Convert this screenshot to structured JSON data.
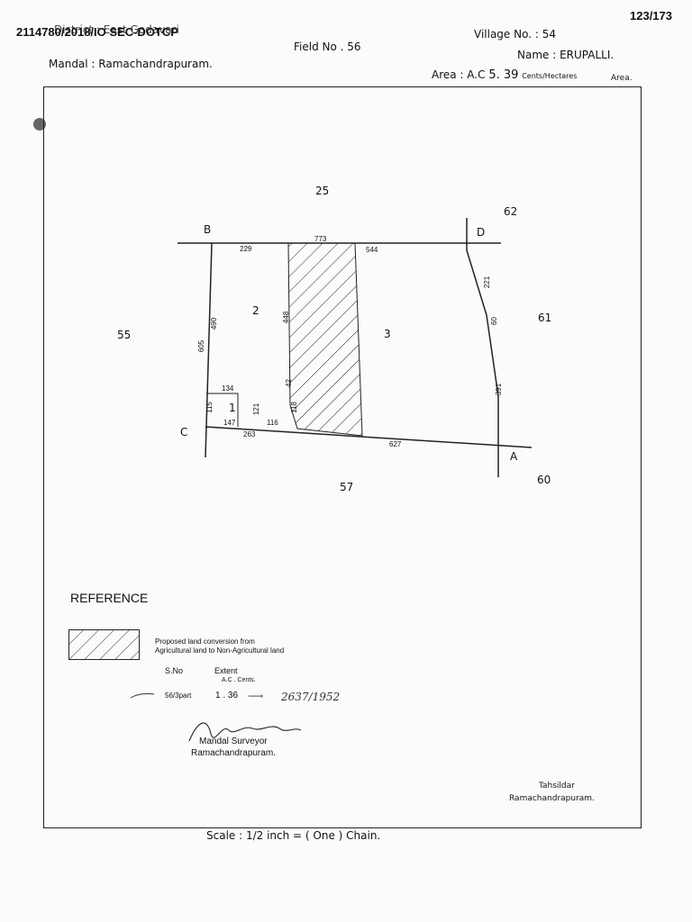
{
  "header": {
    "doc_ref": "2114780/2018/IO SEC-DOTCP",
    "overstruck": "District : East Godavari",
    "page_num": "123/173",
    "field_no": "Field No . 56",
    "village_no": "Village No. : 54",
    "mandal": "Mandal : Ramachandrapuram.",
    "name": "Name : ERUPALLI.",
    "area_prefix": "Area : A.C",
    "area_value": "5. 39",
    "area_units": "Cents/Hectares",
    "area_suffix": "Area."
  },
  "sketch": {
    "corners": {
      "A": "A",
      "B": "B",
      "C": "C",
      "D": "D"
    },
    "plots": {
      "p1": "1",
      "p2": "2",
      "p3": "3"
    },
    "neighbours": {
      "north": "25",
      "ne": "62",
      "east": "61",
      "west": "55",
      "south": "57",
      "se": "60"
    },
    "dims": {
      "top_total": "773",
      "top_left": "229",
      "top_right": "544",
      "left_outer": "605",
      "left_inner": "490",
      "hatch_left": "448",
      "hatch_mid": "42",
      "hatch_low": "118",
      "right_upper": "221",
      "right_mid": "60",
      "right_lower": "391",
      "sub_top": "134",
      "sub_bottom": "147",
      "sub_left": "115",
      "sub_right": "121",
      "bottom_116": "116",
      "bottom_263": "263",
      "bottom_627": "627"
    }
  },
  "reference": {
    "title": "REFERENCE",
    "legend_line1": "Proposed land conversion from",
    "legend_line2": "Agricultural land to Non-Agricultural land",
    "col_sno": "S.No",
    "col_extent": "Extent",
    "col_units": "A.C . Cents.",
    "row_sno": "56/3part",
    "row_extent": "1 . 36",
    "handwritten": "2637/1952"
  },
  "signatures": {
    "surveyor_title": "Mandal Surveyor",
    "surveyor_place": "Ramachandrapuram.",
    "tahsildar_title": "Tahsildar",
    "tahsildar_place": "Ramachandrapuram."
  },
  "scale": "Scale : 1/2 inch = ( One ) Chain."
}
